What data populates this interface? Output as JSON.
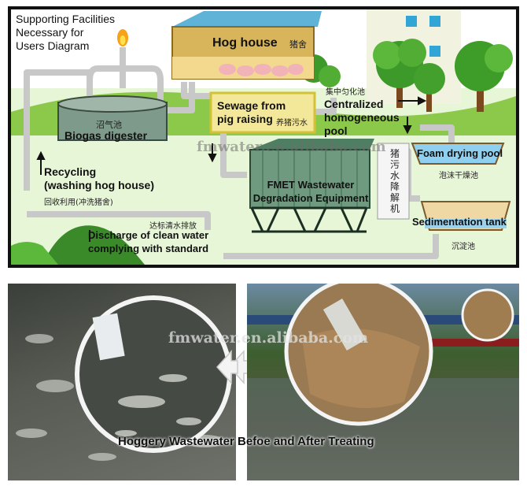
{
  "diagram": {
    "title_lines": [
      "Supporting Facilities",
      "Necessary for",
      "Users Diagram"
    ],
    "hog_house": "Hog house",
    "hog_house_cn": "猪舍",
    "sewage_lines": [
      "Sewage from",
      "pig raising"
    ],
    "sewage_cn": "养猪污水",
    "centralized_cn": "集中匀化池",
    "centralized_lines": [
      "Centralized",
      "homogeneous",
      "pool"
    ],
    "biogas_cn": "沼气池",
    "biogas": "Biogas digester",
    "watermark": "fmwater.en.alibaba.com",
    "foam": "Foam drying pool",
    "foam_cn": "泡沫干燥池",
    "recycling_lines": [
      "Recycling",
      "(washing hog house)"
    ],
    "recycling_cn": "回收利用(冲洗猪舍)",
    "fmet_lines": [
      "FMET Wastewater",
      "Degradation  Equipment"
    ],
    "equipment_cn": [
      "猪",
      "污",
      "水",
      "降",
      "解",
      "机"
    ],
    "sedimentation": "Sedimentation tank",
    "sedimentation_cn": "沉淀池",
    "discharge_cn": "达标清水排放",
    "discharge_lines": [
      "Discharge of clean water",
      "complying with standard"
    ]
  },
  "photo": {
    "watermark": "fmwater.en.alibaba.com",
    "caption": "Hoggery Wastewater Befoe and After Treating"
  }
}
